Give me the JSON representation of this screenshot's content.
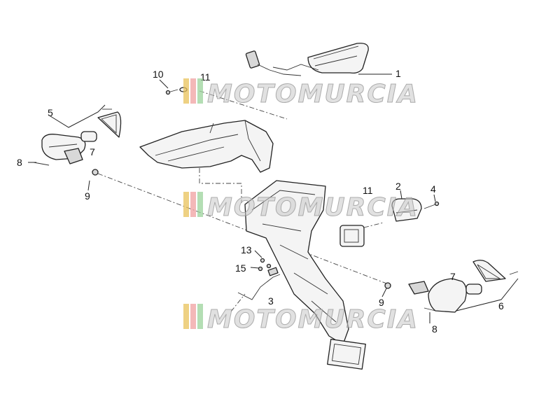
{
  "callouts": {
    "c1": "1",
    "c2": "2",
    "c3": "3",
    "c4": "4",
    "c5": "5",
    "c6": "6",
    "c7a": "7",
    "c7b": "7",
    "c8a": "8",
    "c8b": "8",
    "c9a": "9",
    "c9b": "9",
    "c10": "10",
    "c11a": "11",
    "c11b": "11",
    "c13": "13",
    "c15": "15"
  },
  "watermark": {
    "text": "MOTOMURCIA",
    "colors": [
      "#e8c15a",
      "#f0a0a0",
      "#9bd39b"
    ]
  }
}
